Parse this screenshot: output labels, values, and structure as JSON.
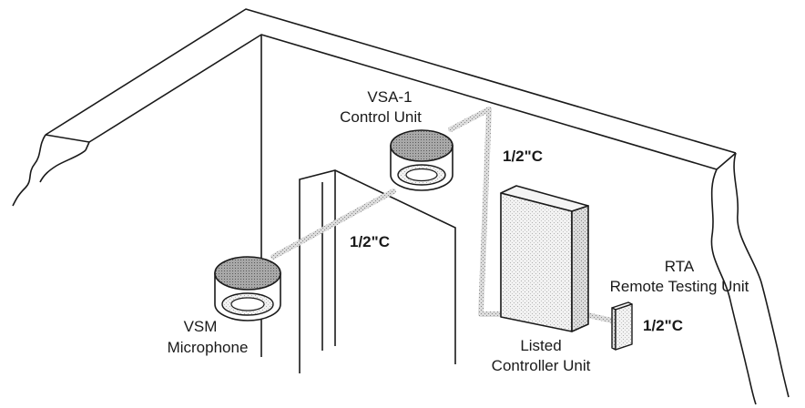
{
  "labels": {
    "vsa_line1": "VSA-1",
    "vsa_line2": "Control Unit",
    "conduit_top": "1/2\"C",
    "conduit_mid": "1/2\"C",
    "conduit_right": "1/2\"C",
    "rta_line1": "RTA",
    "rta_line2": "Remote Testing Unit",
    "vsm_line1": "VSM",
    "vsm_line2": "Microphone",
    "listed_line1": "Listed",
    "listed_line2": "Controller Unit"
  },
  "colors": {
    "line": "#1a1a1a",
    "conduit": "#b4b4b4",
    "device_top": "#9a9a9a",
    "ring": "#d4d4d4",
    "panel_front": "#ececec",
    "panel_side": "#d8d8d8"
  }
}
